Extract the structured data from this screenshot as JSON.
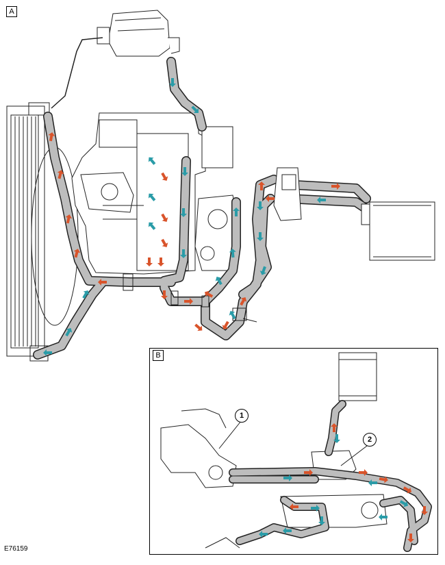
{
  "panels": {
    "a": "A",
    "b": "B"
  },
  "callouts": [
    "1",
    "2"
  ],
  "reference_code": "E76159",
  "colors": {
    "hose": "#bdbdbd",
    "outline": "#222222",
    "hot_flow": "#d9542b",
    "cold_flow": "#2a9ca8"
  },
  "icons": {
    "hot_arrow": "arrow-hot-coolant-icon",
    "cold_arrow": "arrow-cold-coolant-icon"
  }
}
